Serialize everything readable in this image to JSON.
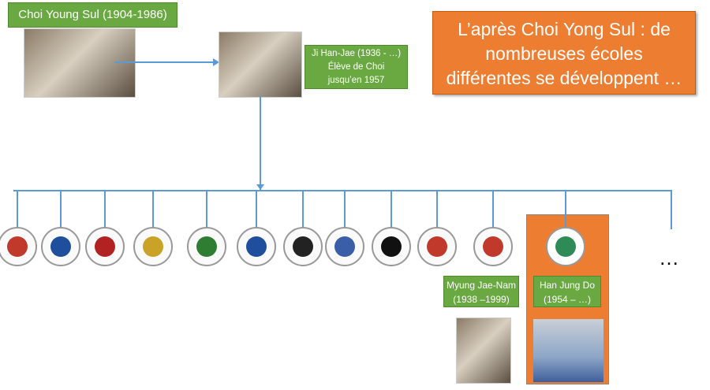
{
  "founder": {
    "label": "Choi Young Sul (1904-1986)"
  },
  "student": {
    "label_lines": [
      "Ji Han-Jae (1936 - …)",
      "Élève de Choi",
      "jusqu’en 1957"
    ]
  },
  "title": {
    "text": "L’après Choi Yong Sul : de nombreuses écoles différentes se développent …"
  },
  "schools": [
    {
      "name": "Myung Jae-Nam",
      "dates": "(1938 –1999)"
    },
    {
      "name": "Han Jung Do",
      "dates": "(1954 – …)"
    }
  ],
  "ellipsis": "…",
  "colors": {
    "green": "#6aa842",
    "orange": "#ed7d31",
    "line": "#5b9bd5"
  }
}
